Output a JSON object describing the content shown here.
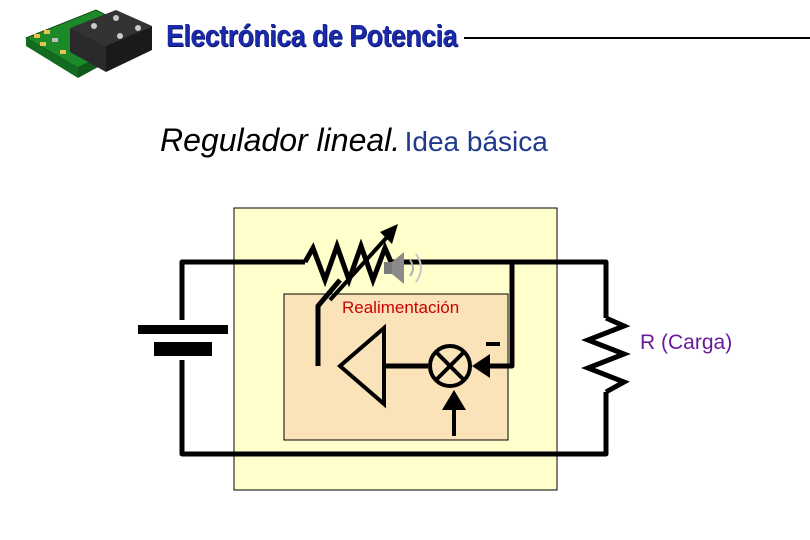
{
  "header": {
    "title": "Electrónica de Potencia",
    "logo_icon": "power-module-pcb-icon",
    "title_color": "#1a2aa8"
  },
  "slide": {
    "title_main": "Regulador lineal.",
    "title_sub": "Idea básica"
  },
  "diagram": {
    "feedback_label": "Realimentación",
    "load_label": "R (Carga)",
    "colors": {
      "outer_box": "#ffffcc",
      "inner_box": "#fae3b9",
      "wire": "#000000",
      "feedback_text": "#cc0000",
      "load_text": "#6a1b9a"
    },
    "icons": [
      "battery-icon",
      "variable-resistor-icon",
      "amplifier-icon",
      "lamp-icon",
      "load-resistor-icon",
      "speaker-icon"
    ]
  }
}
